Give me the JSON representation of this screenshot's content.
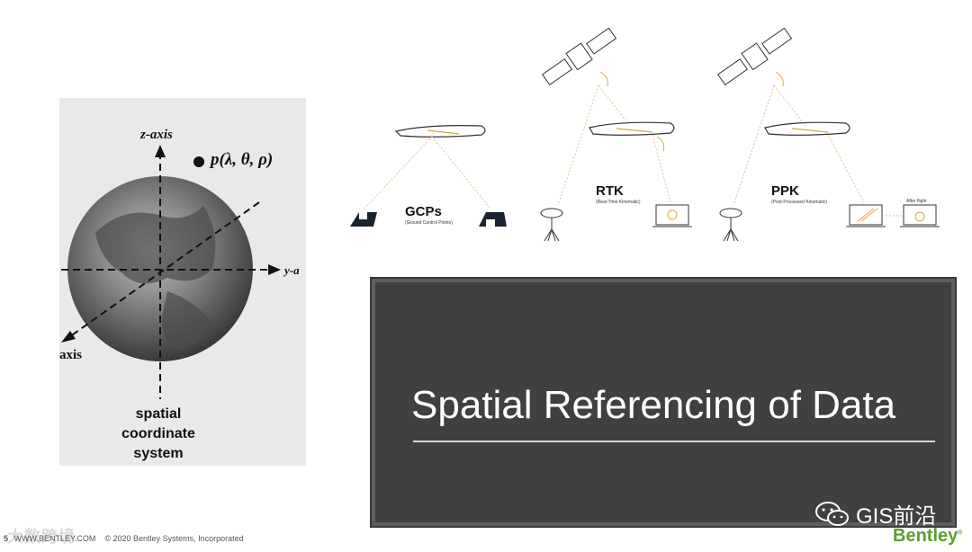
{
  "slide": {
    "title": "Spatial Referencing of Data",
    "page_number": "5",
    "footer_url": "WWW.BENTLEY.COM",
    "footer_copyright": "© 2020 Bentley Systems, Incorporated",
    "brand": "Bentley",
    "brand_mark": "®",
    "brand_color": "#5aa02c",
    "watermark_cn": "大数跨境",
    "wechat_label": "GIS前沿"
  },
  "globe_figure": {
    "z_axis": "z-axis",
    "y_axis": "y-a",
    "x_axis": "axis",
    "point_label": "p(λ, θ, ρ)",
    "caption_line1": "spatial",
    "caption_line2": "coordinate",
    "caption_line3": "system"
  },
  "diagram": {
    "gcp_title": "GCPs",
    "gcp_sub": "(Ground Control Points)",
    "rtk_title": "RTK",
    "rtk_sub": "(Real-Time Kinematic)",
    "ppk_title": "PPK",
    "ppk_sub": "(Post-Processed Kinematic)",
    "after_flight": "After flight"
  }
}
